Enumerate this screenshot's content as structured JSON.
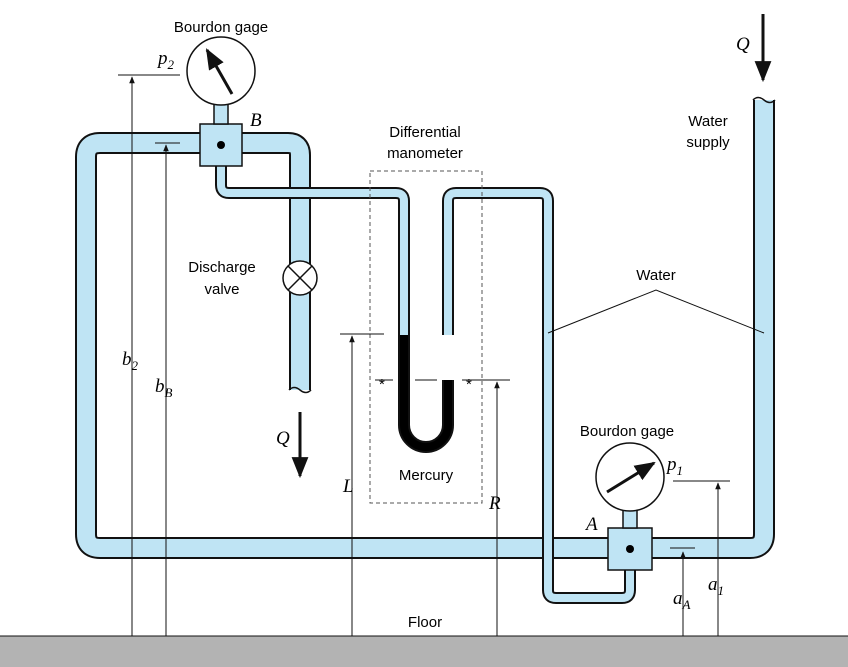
{
  "labels": {
    "bourdon_gage_top": "Bourdon gage",
    "bourdon_gage_bottom": "Bourdon gage",
    "differential_manometer_line1": "Differential",
    "differential_manometer_line2": "manometer",
    "water_supply_line1": "Water",
    "water_supply_line2": "supply",
    "water": "Water",
    "discharge_valve_line1": "Discharge",
    "discharge_valve_line2": "valve",
    "mercury": "Mercury",
    "floor": "Floor"
  },
  "symbols": {
    "Q_top": "Q",
    "Q_bottom": "Q",
    "p2_base": "p",
    "p2_sub": "2",
    "p1_base": "p",
    "p1_sub": "1",
    "B": "B",
    "A": "A",
    "b2_base": "b",
    "b2_sub": "2",
    "bB_base": "b",
    "bB_sub": "B",
    "L": "L",
    "R": "R",
    "aA_base": "a",
    "aA_sub": "A",
    "a1_base": "a",
    "a1_sub": "1",
    "star_left": "*",
    "star_right": "*"
  },
  "colors": {
    "water": "#bfe4f4",
    "mercury": "#000000",
    "floor": "#b3b3b3",
    "line": "#111111"
  }
}
